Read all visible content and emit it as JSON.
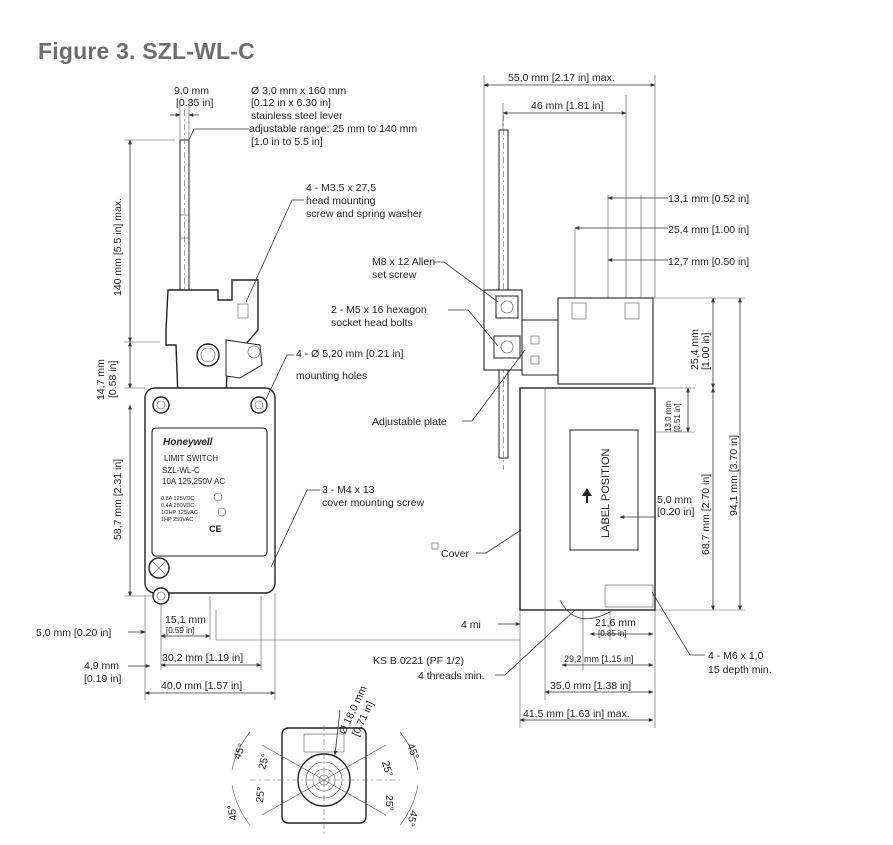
{
  "title": "Figure 3. SZL-WL-C",
  "left_view": {
    "dim_top_width": "9,0 mm",
    "dim_top_width_in": "[0.35 in]",
    "lever_spec": [
      "Ø 3,0 mm x 160 mm",
      "[0.12 in x 6.30 in]",
      "stainless steel lever",
      "adjustable range: 25 mm to 140 mm",
      "[1.0 in to 5.5 in]"
    ],
    "head_screw": [
      "4 - M3.5 x 27,5",
      "head mounting",
      "screw and spring washer"
    ],
    "holes": [
      "4 - Ø 5,20 mm [0.21 in]",
      "mounting holes"
    ],
    "cover_screw": [
      "3 - M4 x 13",
      "cover mounting screw"
    ],
    "v_140": "140 mm [5.5 in] max.",
    "v_14_7": "14,7 mm",
    "v_14_7_in": "[0.58 in]",
    "v_58_7": "58,7 mm [2.31 in]",
    "dim_5_0": "5,0 mm [0.20 in]",
    "dim_4_9": "4,9 mm",
    "dim_4_9_in": "[0.19 in]",
    "dim_15_1": "15,1 mm",
    "dim_15_1_in": "[0.59 in]",
    "dim_30_2": "30,2 mm [1.19 in]",
    "dim_40_0": "40,0 mm [1.57 in]",
    "label_brand": "Honeywell",
    "label_lines": [
      "LIMIT SWITCH",
      "SZL-WL-C",
      "10A   125,250V AC"
    ],
    "label_ratings": [
      "0.8A 125VDC",
      "0.4A 250VDC",
      "1/2HP 125VAC",
      "1HP 250VAC"
    ]
  },
  "right_view": {
    "dim_55": "55,0 mm [2.17 in] max.",
    "dim_46": "46 mm [1.81 in]",
    "dim_13_1": "13,1 mm [0.52 in]",
    "dim_25_4": "25,4 mm [1.00 in]",
    "dim_12_7": "12,7 mm [0.50 in]",
    "allen": [
      "M8 x 12 Allen",
      "set screw"
    ],
    "hex": [
      "2 - M5 x 16 hexagon",
      "socket head bolts"
    ],
    "plate": "Adjustable plate",
    "cover": "Cover",
    "label_position": "LABEL POSITION",
    "v_25_4": "25,4 mm",
    "v_25_4_in": "[1.00 in]",
    "v_13_0": "13,0 mm",
    "v_13_0_in": "[0.51 in]",
    "v_68_7": "68,7 mm [2.70 in]",
    "v_94_1": "94,1 mm [3.70 in]",
    "dim_5_0": "5,0 mm",
    "dim_5_0_in": "[0.20 in]",
    "dim_4min": "4 mi",
    "dim_21_6": "21,6 mm",
    "dim_21_6_in": "[0.85 in]",
    "ks": [
      "KS B 0221 (PF 1/2)",
      "4 threads min."
    ],
    "dim_29_2": "29,2 mm [1.15 in]",
    "dim_35": "35,0 mm [1.38 in]",
    "dim_41_5": "41,5 mm [1.63 in] max.",
    "m6": [
      "4 - M6 x 1,0",
      "15 depth min."
    ]
  },
  "bottom_view": {
    "diameter": "Ø 18,0 mm",
    "diameter_in": "[0.71 in]",
    "ang45": "45°",
    "ang25": "25°"
  }
}
